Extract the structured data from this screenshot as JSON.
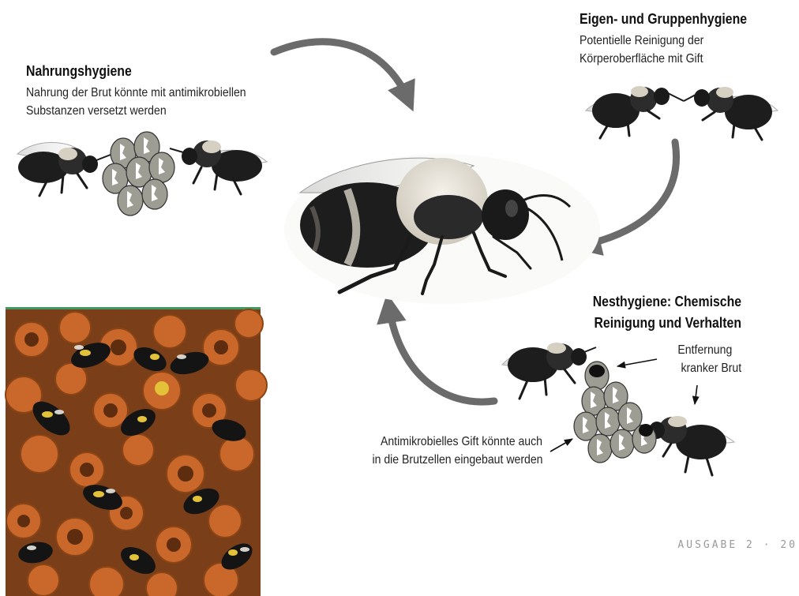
{
  "sections": {
    "food": {
      "title": "Nahrungshygiene",
      "line1": "Nahrung der Brut könnte mit antimikrobiellen",
      "line2": "Substanzen versetzt werden"
    },
    "self_group": {
      "title": "Eigen- und Gruppenhygiene",
      "line1": "Potentielle Reinigung der",
      "line2": "Körperoberfläche mit Gift"
    },
    "nest": {
      "title_line1": "Nesthygiene: Chemische",
      "title_line2": "Reinigung und Verhalten"
    }
  },
  "annotations": {
    "removal_line1": "Entfernung",
    "removal_line2": "kranker Brut",
    "venom_line1": "Antimikrobielles Gift könnte auch",
    "venom_line2": "in die Brutzellen eingebaut werden"
  },
  "footer": {
    "text": "AUSGABE 2 · 20"
  },
  "colors": {
    "arrow": "#6b6b6b",
    "bee_body": "#1a1a1a",
    "bee_fur": "#e8e3d8",
    "brood_cell": "#9d9d93",
    "comb_orange": "#c9682a"
  }
}
